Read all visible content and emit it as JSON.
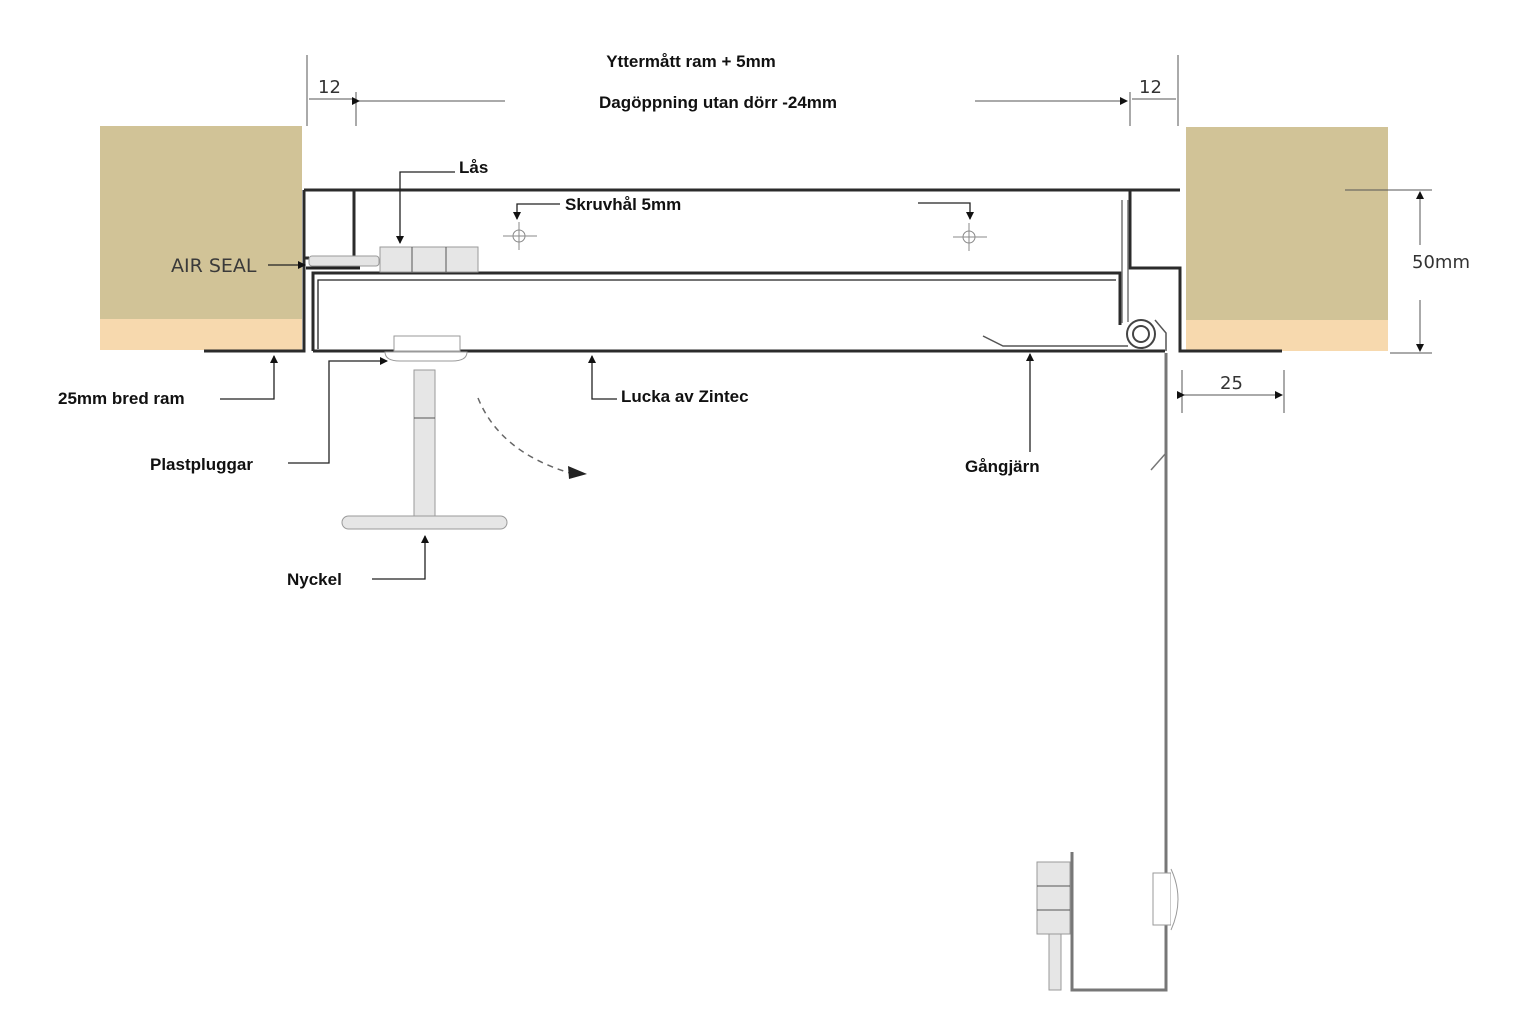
{
  "labels": {
    "outer_dimension": "Yttermått ram + 5mm",
    "clear_opening": "Dagöppning utan dörr -24mm",
    "lock": "Lås",
    "screw_holes": "Skruvhål 5mm",
    "air_seal": "AIR SEAL",
    "frame_width": "25mm bred ram",
    "plastic_plugs": "Plastpluggar",
    "hatch": "Lucka av Zintec",
    "hinge": "Gångjärn",
    "key": "Nyckel"
  },
  "dimensions": {
    "left_offset": "12",
    "right_offset": "12",
    "depth": "50mm",
    "flange": "25"
  },
  "colors": {
    "wall_board": "#d1c397",
    "wall_plaster": "#f7d9ae",
    "line": "#222222"
  }
}
